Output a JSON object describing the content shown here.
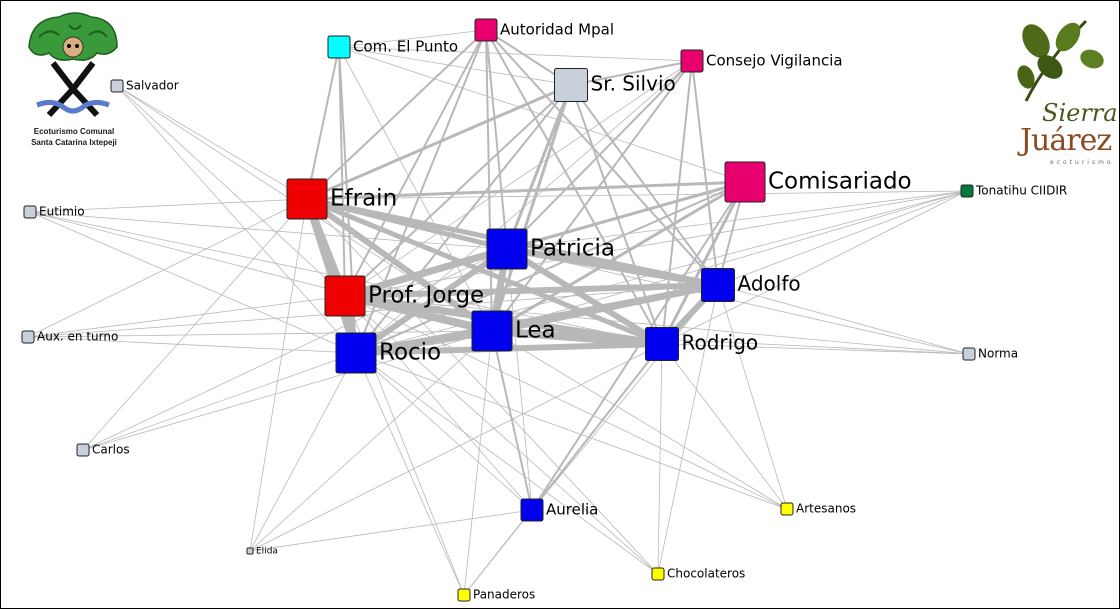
{
  "network": {
    "colors": {
      "core": "#0000ee",
      "leader": "#ee0000",
      "authority": "#e8006e",
      "community": "#00ffff",
      "external": "#c8d0dc",
      "partner": "#007a3a",
      "producer": "#ffff00",
      "edge": "#b8b8b8"
    },
    "nodes": [
      {
        "id": "autoridad",
        "label": "Autoridad Mpal",
        "group": "authority",
        "size": "small"
      },
      {
        "id": "punto",
        "label": "Com. El Punto",
        "group": "community",
        "size": "small"
      },
      {
        "id": "consejo",
        "label": "Consejo Vigilancia",
        "group": "authority",
        "size": "small"
      },
      {
        "id": "silvio",
        "label": "Sr. Silvio",
        "group": "external",
        "size": "medium"
      },
      {
        "id": "salvador",
        "label": "Salvador",
        "group": "external",
        "size": "tiny"
      },
      {
        "id": "comisariado",
        "label": "Comisariado",
        "group": "authority",
        "size": "large"
      },
      {
        "id": "tonatihu",
        "label": "Tonatihu CIIDIR",
        "group": "partner",
        "size": "tiny"
      },
      {
        "id": "eutimio",
        "label": "Eutimio",
        "group": "external",
        "size": "tiny"
      },
      {
        "id": "efrain",
        "label": "Efrain",
        "group": "leader",
        "size": "large"
      },
      {
        "id": "patricia",
        "label": "Patricia",
        "group": "core",
        "size": "large"
      },
      {
        "id": "adolfo",
        "label": "Adolfo",
        "group": "core",
        "size": "medium"
      },
      {
        "id": "jorge",
        "label": "Prof. Jorge",
        "group": "leader",
        "size": "large"
      },
      {
        "id": "lea",
        "label": "Lea",
        "group": "core",
        "size": "large"
      },
      {
        "id": "rodrigo",
        "label": "Rodrigo",
        "group": "core",
        "size": "medium"
      },
      {
        "id": "rocio",
        "label": "Rocio",
        "group": "core",
        "size": "large"
      },
      {
        "id": "aux",
        "label": "Aux. en turno",
        "group": "external",
        "size": "tiny"
      },
      {
        "id": "norma",
        "label": "Norma",
        "group": "external",
        "size": "tiny"
      },
      {
        "id": "carlos",
        "label": "Carlos",
        "group": "external",
        "size": "tiny"
      },
      {
        "id": "aurelia",
        "label": "Aurelia",
        "group": "core",
        "size": "small"
      },
      {
        "id": "artesanos",
        "label": "Artesanos",
        "group": "producer",
        "size": "tiny"
      },
      {
        "id": "elida",
        "label": "Elida",
        "group": "external",
        "size": "micro"
      },
      {
        "id": "chocolateros",
        "label": "Chocolateros",
        "group": "producer",
        "size": "tiny"
      },
      {
        "id": "panaderos",
        "label": "Panaderos",
        "group": "producer",
        "size": "tiny"
      }
    ],
    "edges": [
      [
        "jorge",
        "lea",
        8
      ],
      [
        "jorge",
        "rocio",
        8
      ],
      [
        "jorge",
        "patricia",
        7
      ],
      [
        "jorge",
        "rodrigo",
        7
      ],
      [
        "jorge",
        "adolfo",
        6
      ],
      [
        "lea",
        "rocio",
        8
      ],
      [
        "lea",
        "rodrigo",
        8
      ],
      [
        "lea",
        "patricia",
        7
      ],
      [
        "lea",
        "adolfo",
        7
      ],
      [
        "patricia",
        "rodrigo",
        6
      ],
      [
        "patricia",
        "adolfo",
        7
      ],
      [
        "patricia",
        "rocio",
        6
      ],
      [
        "rocio",
        "rodrigo",
        6
      ],
      [
        "rocio",
        "adolfo",
        5
      ],
      [
        "adolfo",
        "rodrigo",
        6
      ],
      [
        "efrain",
        "jorge",
        7
      ],
      [
        "efrain",
        "rocio",
        7
      ],
      [
        "efrain",
        "lea",
        6
      ],
      [
        "efrain",
        "patricia",
        5
      ],
      [
        "efrain",
        "adolfo",
        5
      ],
      [
        "efrain",
        "rodrigo",
        5
      ],
      [
        "efrain",
        "comisariado",
        3
      ],
      [
        "efrain",
        "silvio",
        3
      ],
      [
        "efrain",
        "autoridad",
        2
      ],
      [
        "efrain",
        "punto",
        2
      ],
      [
        "comisariado",
        "patricia",
        3
      ],
      [
        "comisariado",
        "lea",
        3
      ],
      [
        "comisariado",
        "adolfo",
        2
      ],
      [
        "comisariado",
        "rodrigo",
        3
      ],
      [
        "comisariado",
        "jorge",
        2
      ],
      [
        "comisariado",
        "rocio",
        2
      ],
      [
        "comisariado",
        "aurelia",
        2
      ],
      [
        "silvio",
        "patricia",
        3
      ],
      [
        "silvio",
        "lea",
        3
      ],
      [
        "silvio",
        "adolfo",
        2
      ],
      [
        "silvio",
        "rodrigo",
        2
      ],
      [
        "silvio",
        "jorge",
        2
      ],
      [
        "silvio",
        "rocio",
        2
      ],
      [
        "silvio",
        "autoridad",
        2
      ],
      [
        "silvio",
        "consejo",
        2
      ],
      [
        "autoridad",
        "jorge",
        2
      ],
      [
        "autoridad",
        "lea",
        2
      ],
      [
        "autoridad",
        "patricia",
        2
      ],
      [
        "autoridad",
        "adolfo",
        2
      ],
      [
        "autoridad",
        "rodrigo",
        2
      ],
      [
        "autoridad",
        "rocio",
        2
      ],
      [
        "consejo",
        "adolfo",
        2
      ],
      [
        "consejo",
        "lea",
        2
      ],
      [
        "consejo",
        "rodrigo",
        2
      ],
      [
        "consejo",
        "patricia",
        2
      ],
      [
        "consejo",
        "rocio",
        1
      ],
      [
        "consejo",
        "jorge",
        1
      ],
      [
        "consejo",
        "punto",
        1
      ],
      [
        "punto",
        "jorge",
        2
      ],
      [
        "punto",
        "rocio",
        2
      ],
      [
        "punto",
        "lea",
        1
      ],
      [
        "punto",
        "silvio",
        1
      ],
      [
        "punto",
        "comisariado",
        1
      ],
      [
        "punto",
        "autoridad",
        1
      ],
      [
        "aurelia",
        "lea",
        2
      ],
      [
        "aurelia",
        "rodrigo",
        2
      ],
      [
        "aurelia",
        "rocio",
        1
      ],
      [
        "aurelia",
        "jorge",
        1
      ],
      [
        "aurelia",
        "patricia",
        1
      ],
      [
        "aurelia",
        "adolfo",
        1
      ],
      [
        "salvador",
        "efrain",
        1
      ],
      [
        "salvador",
        "jorge",
        1
      ],
      [
        "salvador",
        "lea",
        1
      ],
      [
        "salvador",
        "rocio",
        1
      ],
      [
        "eutimio",
        "efrain",
        1
      ],
      [
        "eutimio",
        "lea",
        1
      ],
      [
        "eutimio",
        "rodrigo",
        1
      ],
      [
        "eutimio",
        "rocio",
        1
      ],
      [
        "eutimio",
        "patricia",
        1
      ],
      [
        "aux",
        "efrain",
        1
      ],
      [
        "aux",
        "jorge",
        1
      ],
      [
        "aux",
        "rocio",
        1
      ],
      [
        "aux",
        "lea",
        1
      ],
      [
        "aux",
        "adolfo",
        1
      ],
      [
        "carlos",
        "efrain",
        1
      ],
      [
        "carlos",
        "rocio",
        1
      ],
      [
        "carlos",
        "lea",
        1
      ],
      [
        "carlos",
        "patricia",
        1
      ],
      [
        "elida",
        "rocio",
        1
      ],
      [
        "elida",
        "efrain",
        1
      ],
      [
        "elida",
        "rodrigo",
        1
      ],
      [
        "elida",
        "aurelia",
        1
      ],
      [
        "elida",
        "lea",
        1
      ],
      [
        "panaderos",
        "rocio",
        1
      ],
      [
        "panaderos",
        "efrain",
        1
      ],
      [
        "panaderos",
        "rodrigo",
        1
      ],
      [
        "panaderos",
        "aurelia",
        1
      ],
      [
        "panaderos",
        "lea",
        1
      ],
      [
        "chocolateros",
        "rodrigo",
        1
      ],
      [
        "chocolateros",
        "rocio",
        1
      ],
      [
        "chocolateros",
        "jorge",
        1
      ],
      [
        "chocolateros",
        "adolfo",
        1
      ],
      [
        "chocolateros",
        "efrain",
        1
      ],
      [
        "artesanos",
        "adolfo",
        1
      ],
      [
        "artesanos",
        "rodrigo",
        1
      ],
      [
        "artesanos",
        "lea",
        1
      ],
      [
        "artesanos",
        "jorge",
        1
      ],
      [
        "artesanos",
        "rocio",
        1
      ],
      [
        "norma",
        "adolfo",
        1
      ],
      [
        "norma",
        "rodrigo",
        1
      ],
      [
        "norma",
        "patricia",
        1
      ],
      [
        "norma",
        "lea",
        1
      ],
      [
        "norma",
        "jorge",
        1
      ],
      [
        "tonatihu",
        "adolfo",
        1
      ],
      [
        "tonatihu",
        "rodrigo",
        1
      ],
      [
        "tonatihu",
        "lea",
        1
      ],
      [
        "tonatihu",
        "patricia",
        1
      ],
      [
        "tonatihu",
        "jorge",
        1
      ],
      [
        "tonatihu",
        "rocio",
        1
      ],
      [
        "tonatihu",
        "efrain",
        1
      ]
    ]
  },
  "logos": {
    "left_caption_line1": "Ecoturismo Comunal",
    "left_caption_line2": "Santa Catarina Ixtepeji",
    "right_word1": "Sierra",
    "right_word2": "Juárez",
    "right_word3": "ecoturismo"
  }
}
